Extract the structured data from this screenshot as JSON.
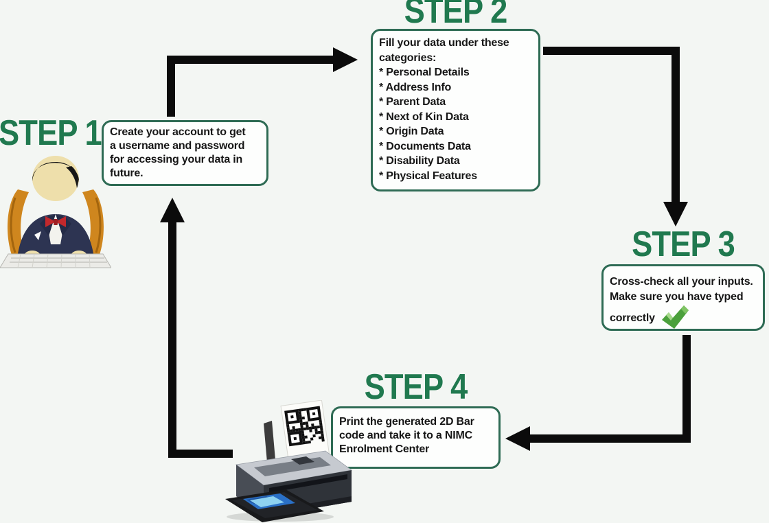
{
  "diagram": {
    "steps": [
      {
        "label": "STEP 1",
        "icon": "person-at-computer-icon",
        "lines": [
          "Create your account to get",
          "a username and password",
          "for accessing your data in",
          "future."
        ]
      },
      {
        "label": "STEP 2",
        "intro_lines": [
          "Fill your data under these",
          "categories:"
        ],
        "items": [
          "* Personal Details",
          "* Address Info",
          "* Parent Data",
          "* Next of Kin Data",
          "* Origin Data",
          "* Documents Data",
          "* Disability Data",
          "* Physical Features"
        ]
      },
      {
        "label": "STEP 3",
        "icon": "checkmark-icon",
        "lines": [
          "Cross-check all your inputs.",
          "Make sure you have typed",
          "correctly"
        ]
      },
      {
        "label": "STEP 4",
        "icon": "printer-with-qr-code-icon",
        "lines": [
          "Print the generated 2D Bar",
          "code and take it to a NIMC",
          "Enrolment Center"
        ]
      }
    ],
    "connections": [
      {
        "from": "STEP 1",
        "to": "STEP 2"
      },
      {
        "from": "STEP 2",
        "to": "STEP 3"
      },
      {
        "from": "STEP 3",
        "to": "STEP 4"
      },
      {
        "from": "STEP 4",
        "to": "STEP 1"
      }
    ],
    "colors": {
      "step_title_green": "#20794f",
      "box_border_green": "#2e6b54",
      "box_fill": "#fdfefd",
      "text": "#161616",
      "arrow_black": "#0b0b0b",
      "check_green": "#4ba03c",
      "background": "#f3f6f3"
    }
  }
}
